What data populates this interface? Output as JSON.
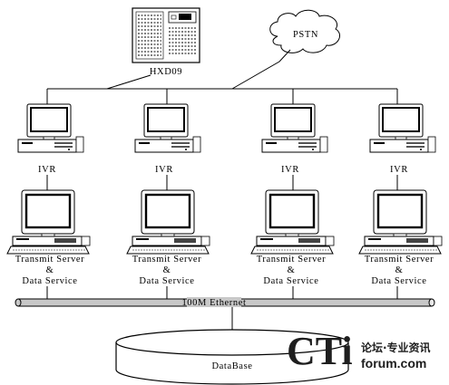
{
  "server": {
    "label": "HXD09"
  },
  "cloud": {
    "label": "PSTN"
  },
  "ivr_label": "IVR",
  "columns": [
    {
      "ivr": "IVR",
      "server_line1": "Transmit Server",
      "server_line2": "&",
      "server_line3": "Data Service"
    },
    {
      "ivr": "IVR",
      "server_line1": "Transmit Server",
      "server_line2": "&",
      "server_line3": "Data Service"
    },
    {
      "ivr": "IVR",
      "server_line1": "Transmit Server",
      "server_line2": "&",
      "server_line3": "Data Service"
    },
    {
      "ivr": "IVR",
      "server_line1": "Transmit Server",
      "server_line2": "&",
      "server_line3": "Data Service"
    }
  ],
  "ethernet": {
    "label": "100M Ethernet"
  },
  "database": {
    "label": "DataBase"
  },
  "watermark": {
    "brand": "CTi",
    "cn": "论坛·专业资讯",
    "url": "forum.com"
  }
}
